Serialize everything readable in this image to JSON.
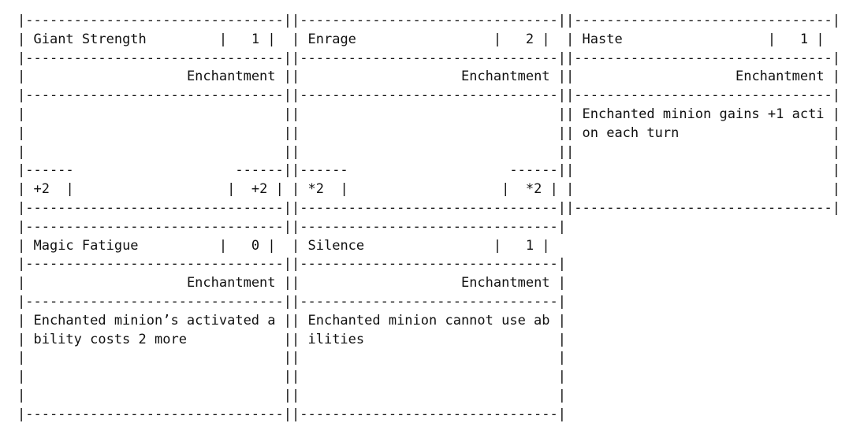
{
  "cards": [
    {
      "name": "Giant Strength",
      "cost": "1",
      "type": "Enchantment",
      "text": "",
      "attack": "+2",
      "health": "+2"
    },
    {
      "name": "Enrage",
      "cost": "2",
      "type": "Enchantment",
      "text": "",
      "attack": "*2",
      "health": "*2"
    },
    {
      "name": "Haste",
      "cost": "1",
      "type": "Enchantment",
      "text": "Enchanted minion gains +1 action each turn"
    },
    {
      "name": "Magic Fatigue",
      "cost": "0",
      "type": "Enchantment",
      "text": "Enchanted minion’s activated ability costs 2 more"
    },
    {
      "name": "Silence",
      "cost": "1",
      "type": "Enchantment",
      "text": "Enchanted minion cannot use abilities"
    }
  ]
}
